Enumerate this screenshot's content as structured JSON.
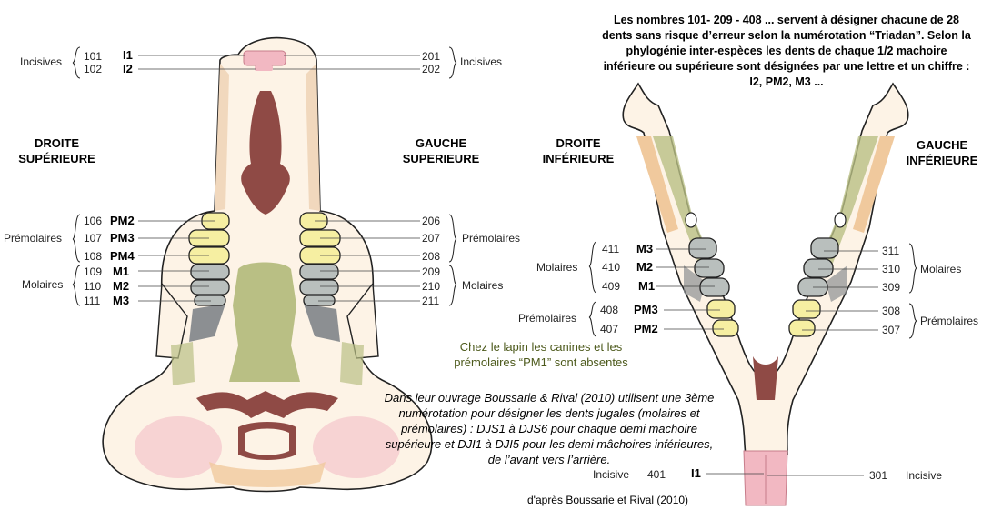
{
  "colors": {
    "bone": "#fdf3e6",
    "bone_edge": "#f1d8bd",
    "marrow": "#8f4a45",
    "olive": "#b9bf84",
    "pink": "#f2b8c2",
    "molar": "#b9bfbd",
    "premolar": "#f6efa2",
    "gum": "#f0c99d",
    "dark": "#222222",
    "green_text": "#4d5a1c"
  },
  "top_note": "Les nombres 101- 209 - 408 ... servent  à désigner chacune de 28 dents sans risque d’erreur selon la numérotation “Triadan”. Selon la phylogénie inter-espèces les dents de chaque 1/2 machoire inférieure ou supérieure sont désignées par une lettre et un chiffre : I2, PM2, M3 ...",
  "upper": {
    "right_heading": "DROITE\nSUPÉRIEURE",
    "left_heading": "GAUCHE\nSUPERIEURE",
    "incisives_label": "Incisives",
    "premolaires_label": "Prémolaires",
    "molaires_label": "Molaires",
    "right_teeth": [
      {
        "num": "101",
        "code": "I1"
      },
      {
        "num": "102",
        "code": "I2"
      },
      {
        "num": "106",
        "code": "PM2"
      },
      {
        "num": "107",
        "code": "PM3"
      },
      {
        "num": "108",
        "code": "PM4"
      },
      {
        "num": "109",
        "code": "M1"
      },
      {
        "num": "110",
        "code": "M2"
      },
      {
        "num": "111",
        "code": "M3"
      }
    ],
    "left_teeth": [
      "201",
      "202",
      "206",
      "207",
      "208",
      "209",
      "210",
      "211"
    ]
  },
  "lower": {
    "right_heading": "DROITE\nINFÉRIEURE",
    "left_heading": "GAUCHE\nINFÉRIEURE",
    "molaires_label": "Molaires",
    "premolaires_label": "Prémolaires",
    "incisive_label": "Incisive",
    "right_teeth": [
      {
        "num": "411",
        "code": "M3"
      },
      {
        "num": "410",
        "code": "M2"
      },
      {
        "num": "409",
        "code": "M1"
      },
      {
        "num": "408",
        "code": "PM3"
      },
      {
        "num": "407",
        "code": "PM2"
      },
      {
        "num": "401",
        "code": "I1"
      }
    ],
    "left_teeth": [
      "311",
      "310",
      "309",
      "308",
      "307",
      "301"
    ]
  },
  "green_note": "Chez le lapin les canines et les prémolaires “PM1” sont absentes",
  "italic_note": "Dans leur ouvrage Boussarie & Rival (2010) utilisent  une 3ème numérotation pour désigner les dents jugales (molaires et prémolaires) : DJS1 à DJS6 pour chaque demi machoire supérieure et DJI1 à DJI5 pour les demi mâchoires inférieures, de l’avant vers l’arrière.",
  "credit": "d'après Boussarie et Rival (2010)"
}
